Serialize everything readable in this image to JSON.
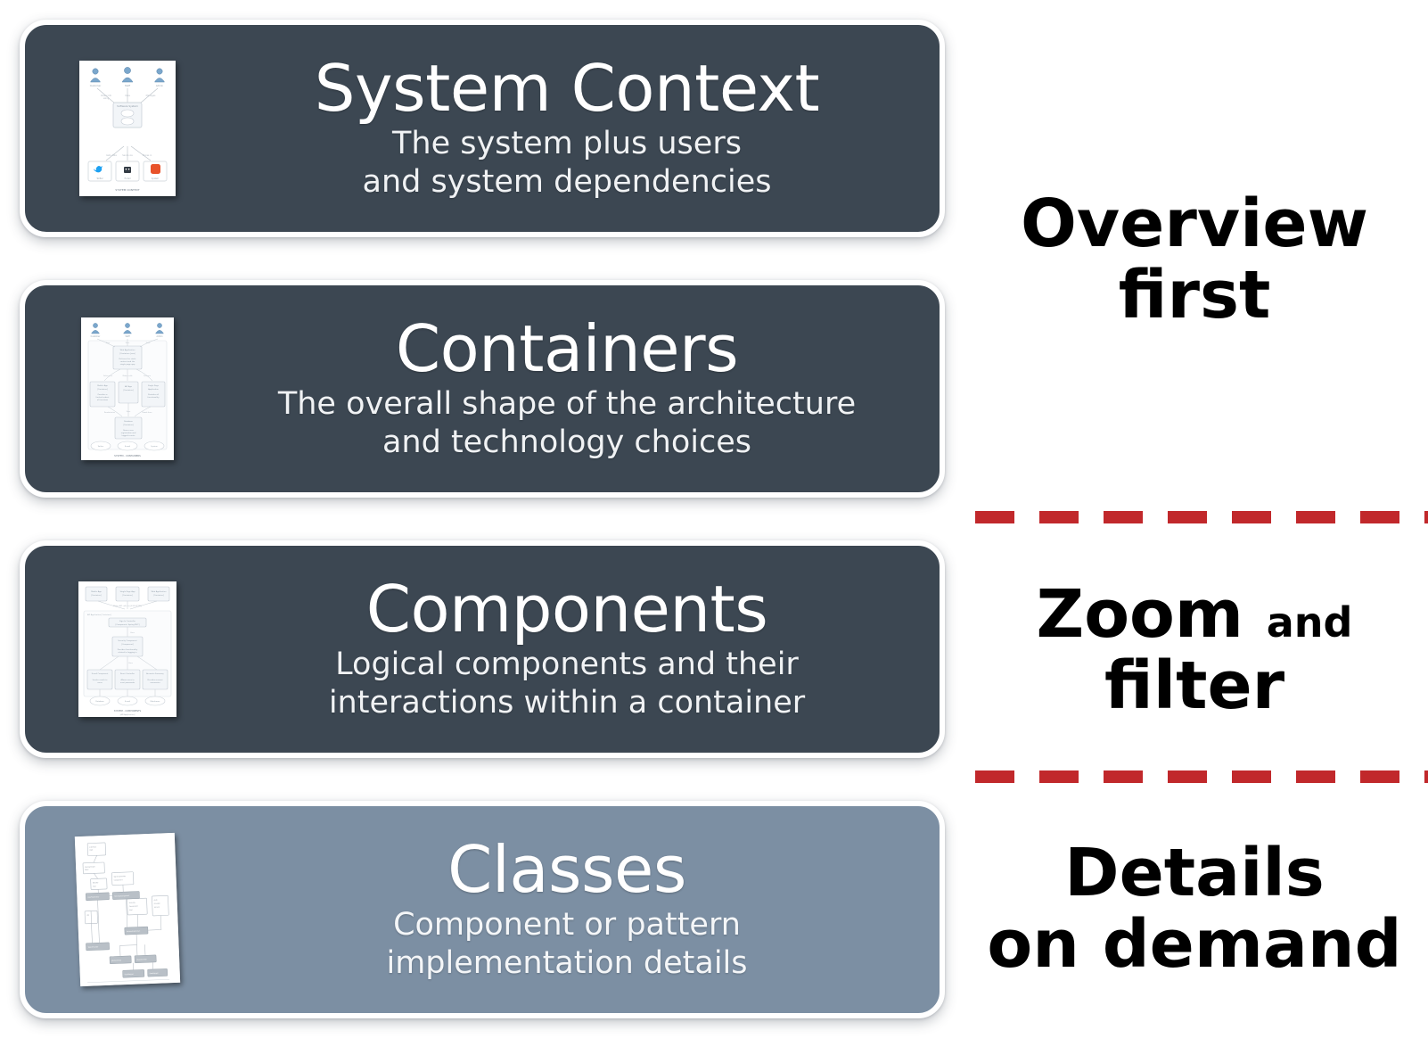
{
  "slide": {
    "background_color": "#ffffff",
    "card_dark_color": "#3c4752",
    "card_light_color": "#7c8fa3",
    "divider_color": "#c1282b",
    "title_color": "#ffffff"
  },
  "cards": [
    {
      "title": "System Context",
      "subtitle_line1": "The system plus users",
      "subtitle_line2": "and system dependencies",
      "thumbnail_name": "system-context-diagram-thumbnail",
      "style": "dark"
    },
    {
      "title": "Containers",
      "subtitle_line1": "The overall shape of the architecture",
      "subtitle_line2": "and technology choices",
      "thumbnail_name": "containers-diagram-thumbnail",
      "style": "dark"
    },
    {
      "title": "Components",
      "subtitle_line1": "Logical components and their",
      "subtitle_line2": "interactions within a container",
      "thumbnail_name": "components-diagram-thumbnail",
      "style": "dark"
    },
    {
      "title": "Classes",
      "subtitle_line1": "Component or pattern",
      "subtitle_line2": "implementation details",
      "thumbnail_name": "classes-diagram-thumbnail",
      "style": "light"
    }
  ],
  "annotations": [
    {
      "line1": "Overview",
      "line2": "first"
    },
    {
      "line1_big": "Zoom",
      "line1_small": "and",
      "line2": "filter"
    },
    {
      "line1": "Details",
      "line2": "on demand"
    }
  ]
}
